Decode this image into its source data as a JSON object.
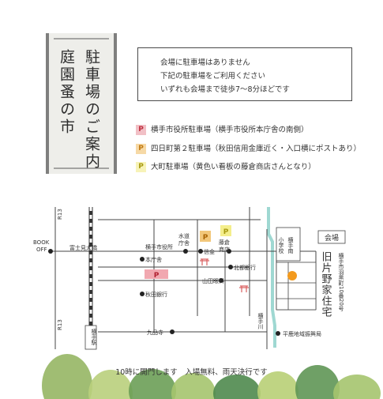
{
  "title_lines": [
    "庭園蚤の市",
    "駐車場のご案内"
  ],
  "notice_lines": [
    "会場に駐車場はありません",
    "下記の駐車場をご利用ください",
    "いずれも会場まで徒歩7～8分ほどです"
  ],
  "lots": [
    {
      "mark": "P",
      "label": "横手市役所駐車場（横手市役所本庁舎の南側）",
      "color": "#e8a0a8",
      "text_color": "#c0303f"
    },
    {
      "mark": "P",
      "label": "四日町第２駐車場（秋田信用金庫近く・入口横にポストあり）",
      "color": "#f2c77a",
      "text_color": "#c27a10"
    },
    {
      "mark": "P",
      "label": "大町駐車場（黄色い看板の藤倉商店さんとなり）",
      "color": "#f4ee8c",
      "text_color": "#a89a10"
    }
  ],
  "map": {
    "r13_top": "R13",
    "r13_bottom": "R13",
    "book_off": "BOOK\nOFF",
    "fujimi_bridge": "富士見大橋",
    "city_hall": "横手市役所",
    "honchosha": "本庁舎",
    "suido": "水道\n庁舎",
    "shinkin": "信金",
    "fujikura": "藤倉\n商店",
    "hokuto": "北都銀行",
    "yamada": "山田眼科",
    "akita_bank": "秋田銀行",
    "kuhinji": "九品寺",
    "yokote_station": "横手駅",
    "school": "横手南\n小学校",
    "river": "横手川",
    "hiraka": "平鹿地域振興局",
    "venue_label": "会場",
    "venue_name": "旧片野家住宅",
    "venue_address": "横手市羽黒町10番20号",
    "parking_mark": "P"
  },
  "footer": "10時に開門します　入場無料、雨天決行です",
  "colors": {
    "river": "#9fd8d2",
    "venue": "#f39a1e",
    "road": "#444444"
  }
}
